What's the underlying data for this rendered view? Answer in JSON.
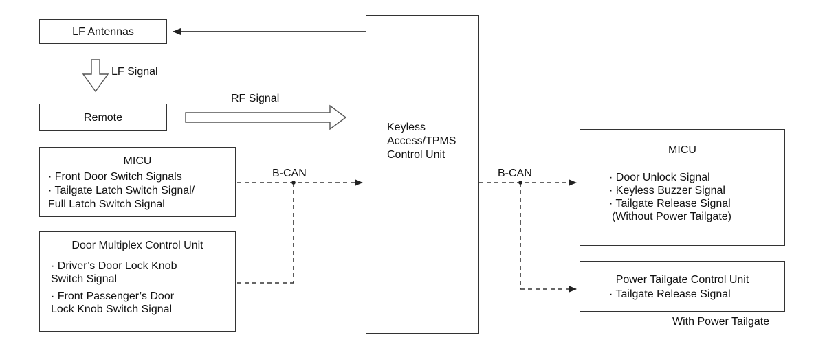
{
  "diagram": {
    "lf_antennas": "LF Antennas",
    "lf_signal": "LF Signal",
    "remote": "Remote",
    "rf_signal": "RF Signal",
    "micu_left": {
      "title": "MICU",
      "line1": "· Front Door Switch Signals",
      "line2": "· Tailgate Latch Switch Signal/",
      "line3": "Full Latch Switch Signal"
    },
    "door_multiplex": {
      "title": "Door Multiplex Control Unit",
      "line1": "· Driver’s Door Lock Knob",
      "line2": "Switch Signal",
      "line3": "· Front Passenger’s Door",
      "line4": "Lock Knob Switch Signal"
    },
    "bcan_left": "B-CAN",
    "keyless": {
      "line1": "Keyless",
      "line2": "Access/TPMS",
      "line3": "Control Unit"
    },
    "bcan_right": "B-CAN",
    "micu_right": {
      "title": "MICU",
      "line1": "· Door Unlock Signal",
      "line2": "· Keyless Buzzer Signal",
      "line3": "· Tailgate Release Signal",
      "line4": "(Without Power Tailgate)"
    },
    "power_tailgate": {
      "title": "Power Tailgate Control Unit",
      "line1": "· Tailgate Release Signal"
    },
    "with_power_tailgate": "With Power Tailgate"
  }
}
